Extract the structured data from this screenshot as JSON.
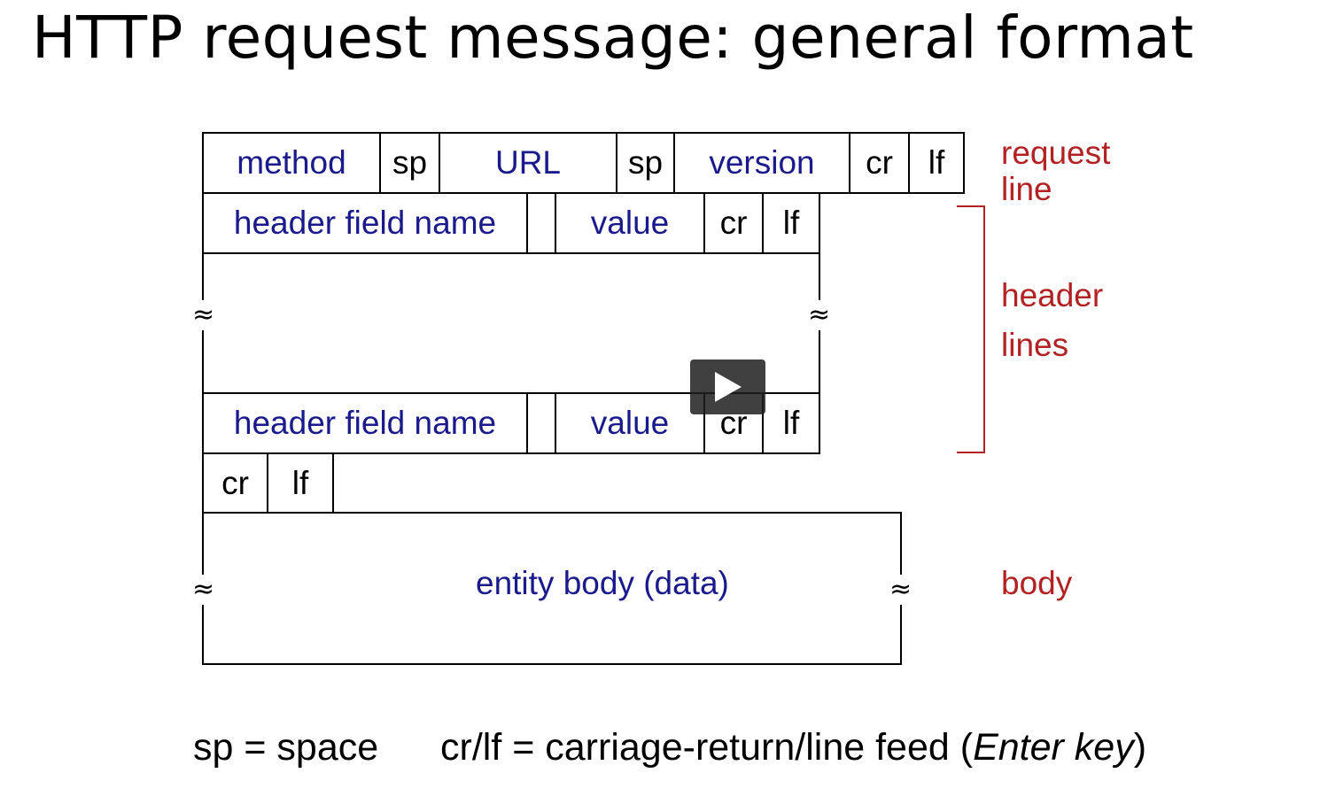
{
  "title": "HTTP request message: general format",
  "request_line": {
    "method": "method",
    "sp1": "sp",
    "url": "URL",
    "sp2": "sp",
    "version": "version",
    "cr": "cr",
    "lf": "lf"
  },
  "header_line_1": {
    "name": "header field name",
    "value": "value",
    "cr": "cr",
    "lf": "lf"
  },
  "header_line_2": {
    "name": "header field name",
    "value": "value",
    "cr": "cr",
    "lf": "lf"
  },
  "end_line": {
    "cr": "cr",
    "lf": "lf"
  },
  "body_box": {
    "text": "entity body (data)"
  },
  "labels": {
    "request_line_1": "request",
    "request_line_2": "line",
    "header_lines_1": "header",
    "header_lines_2": "lines",
    "body": "body"
  },
  "wiggle_glyph": "≈",
  "footer": {
    "sp_def": "sp = space",
    "crlf_def_prefix": "cr/lf = carriage-return/line feed (",
    "crlf_def_italic": "Enter key",
    "crlf_def_suffix": ")"
  },
  "colors": {
    "field_text": "#1a1a8c",
    "label_red": "#b22222"
  },
  "icons": {
    "play": "play-icon"
  }
}
